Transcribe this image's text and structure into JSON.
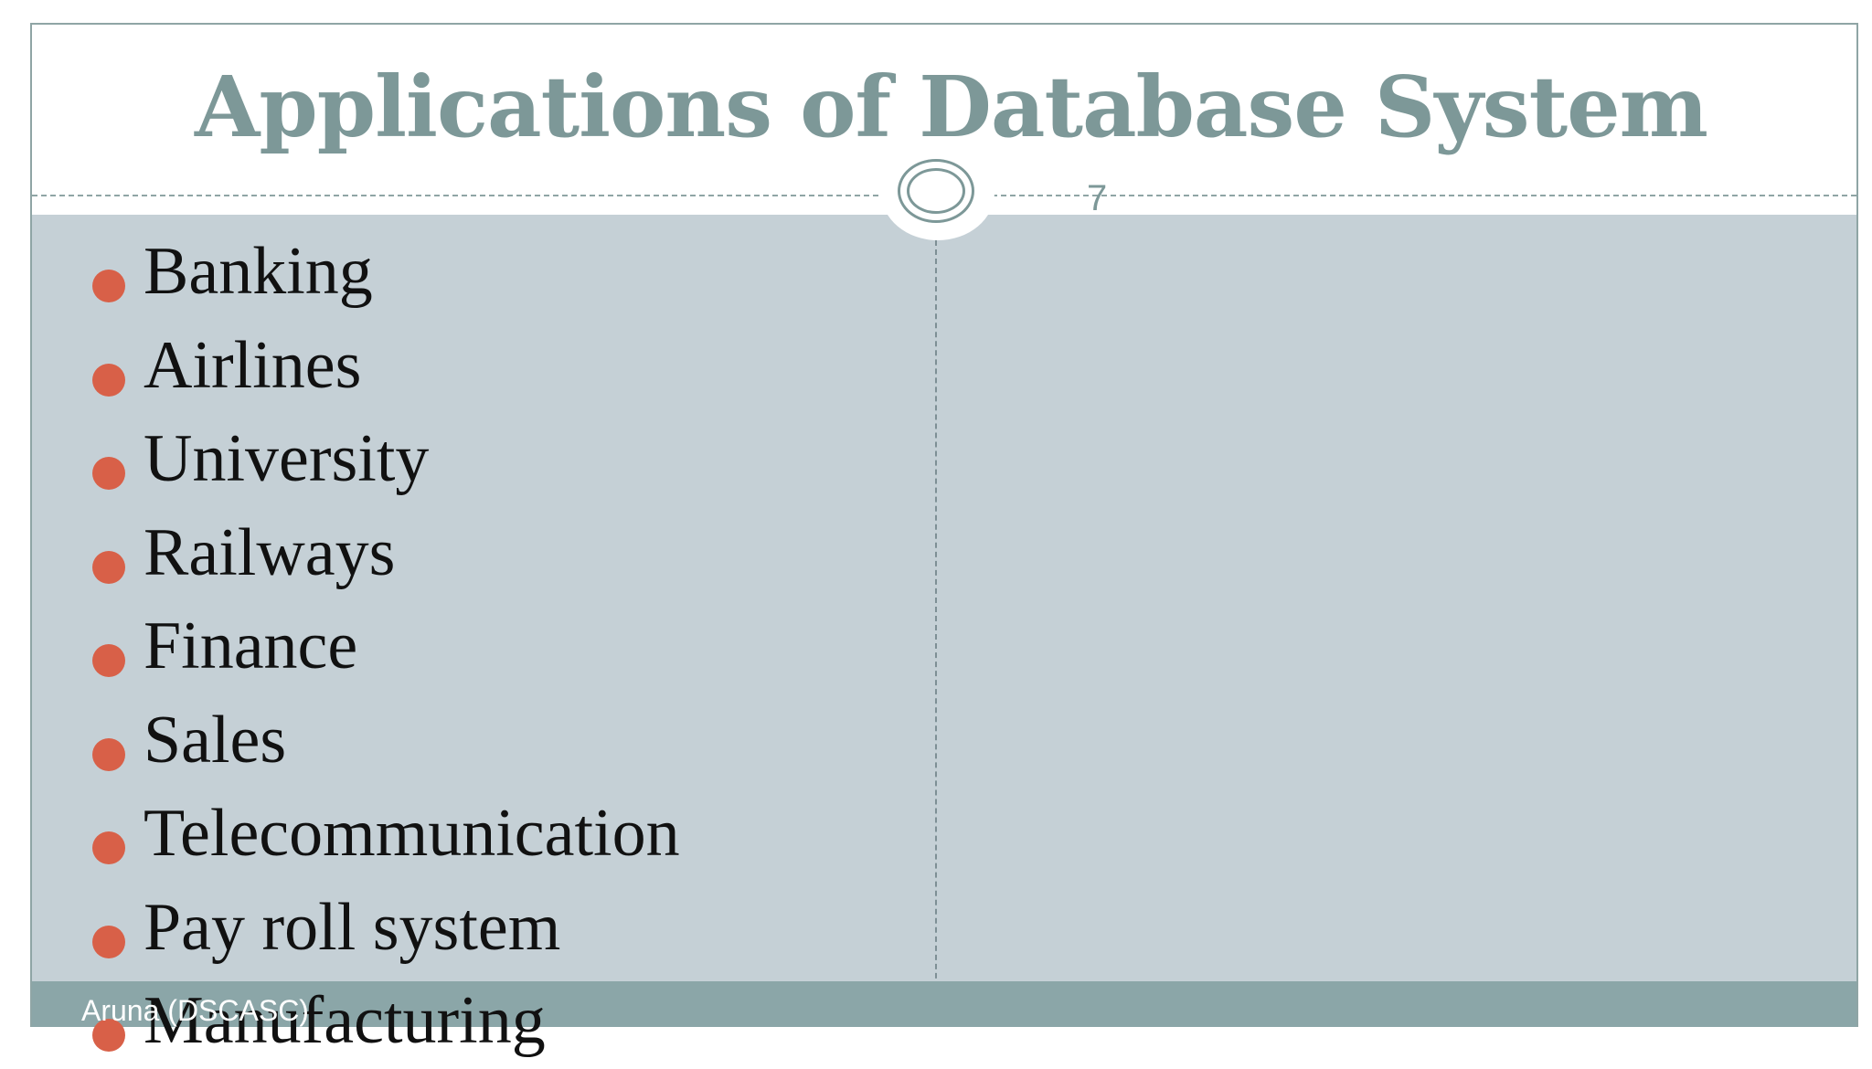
{
  "slide": {
    "title": "Applications of Database System",
    "number": "7",
    "items": [
      "Banking",
      "Airlines",
      "University",
      "Railways",
      "Finance",
      "Sales",
      "Telecommunication",
      "Pay roll system",
      "Manufacturing"
    ],
    "footer": "Aruna (DSCASC)"
  },
  "colors": {
    "title": "#7d9898",
    "content_panel": "#c5d0d6",
    "bullet": "#d86048",
    "footer_band": "#8ba6a8",
    "footer_text": "#ffffff"
  }
}
